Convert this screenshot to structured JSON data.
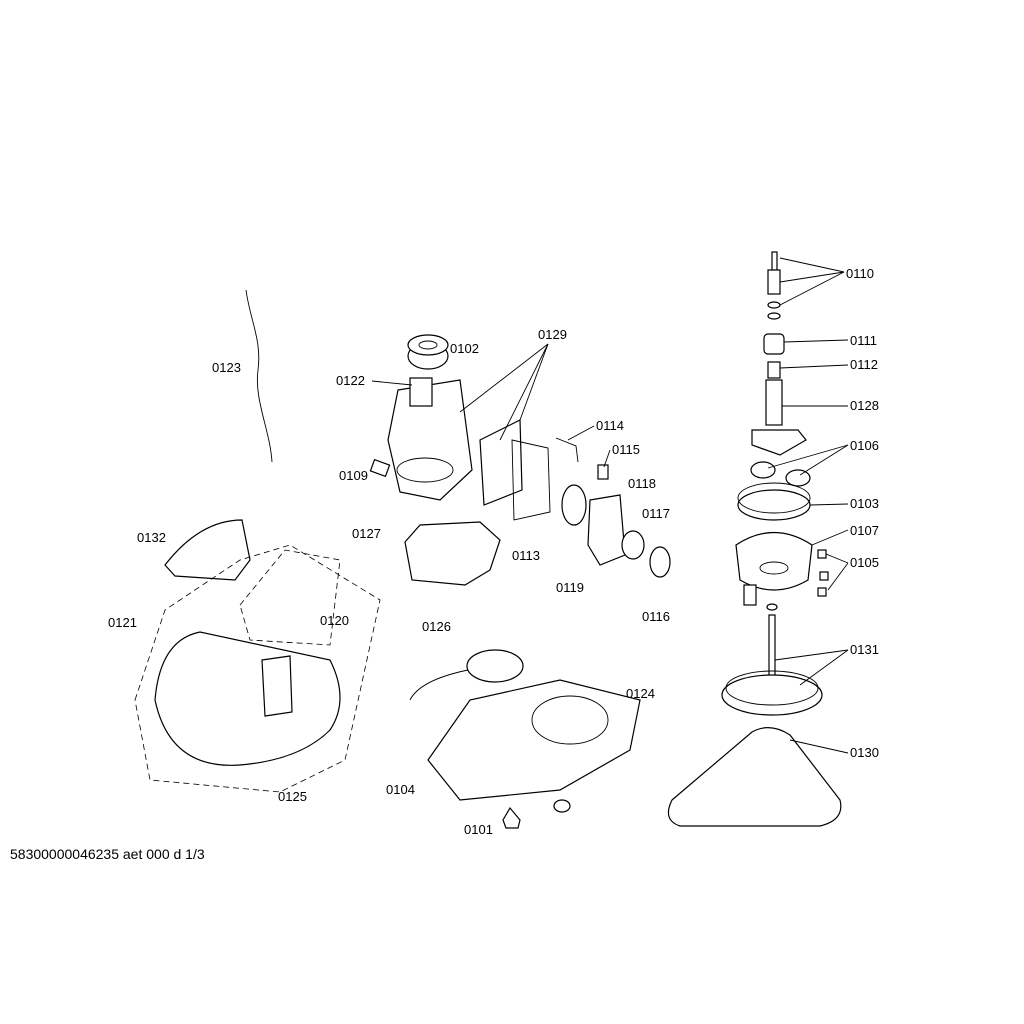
{
  "diagram": {
    "type": "exploded-parts-view",
    "part_labels": [
      "0110",
      "0111",
      "0112",
      "0128",
      "0106",
      "0103",
      "0107",
      "0105",
      "0131",
      "0130",
      "0129",
      "0102",
      "0122",
      "0123",
      "0109",
      "0114",
      "0115",
      "0118",
      "0117",
      "0127",
      "0113",
      "0119",
      "0116",
      "0132",
      "0120",
      "0121",
      "0126",
      "0124",
      "0104",
      "0101",
      "0125"
    ]
  },
  "footer": {
    "doc_code": "58300000046235 aet 000 d 1/3"
  }
}
